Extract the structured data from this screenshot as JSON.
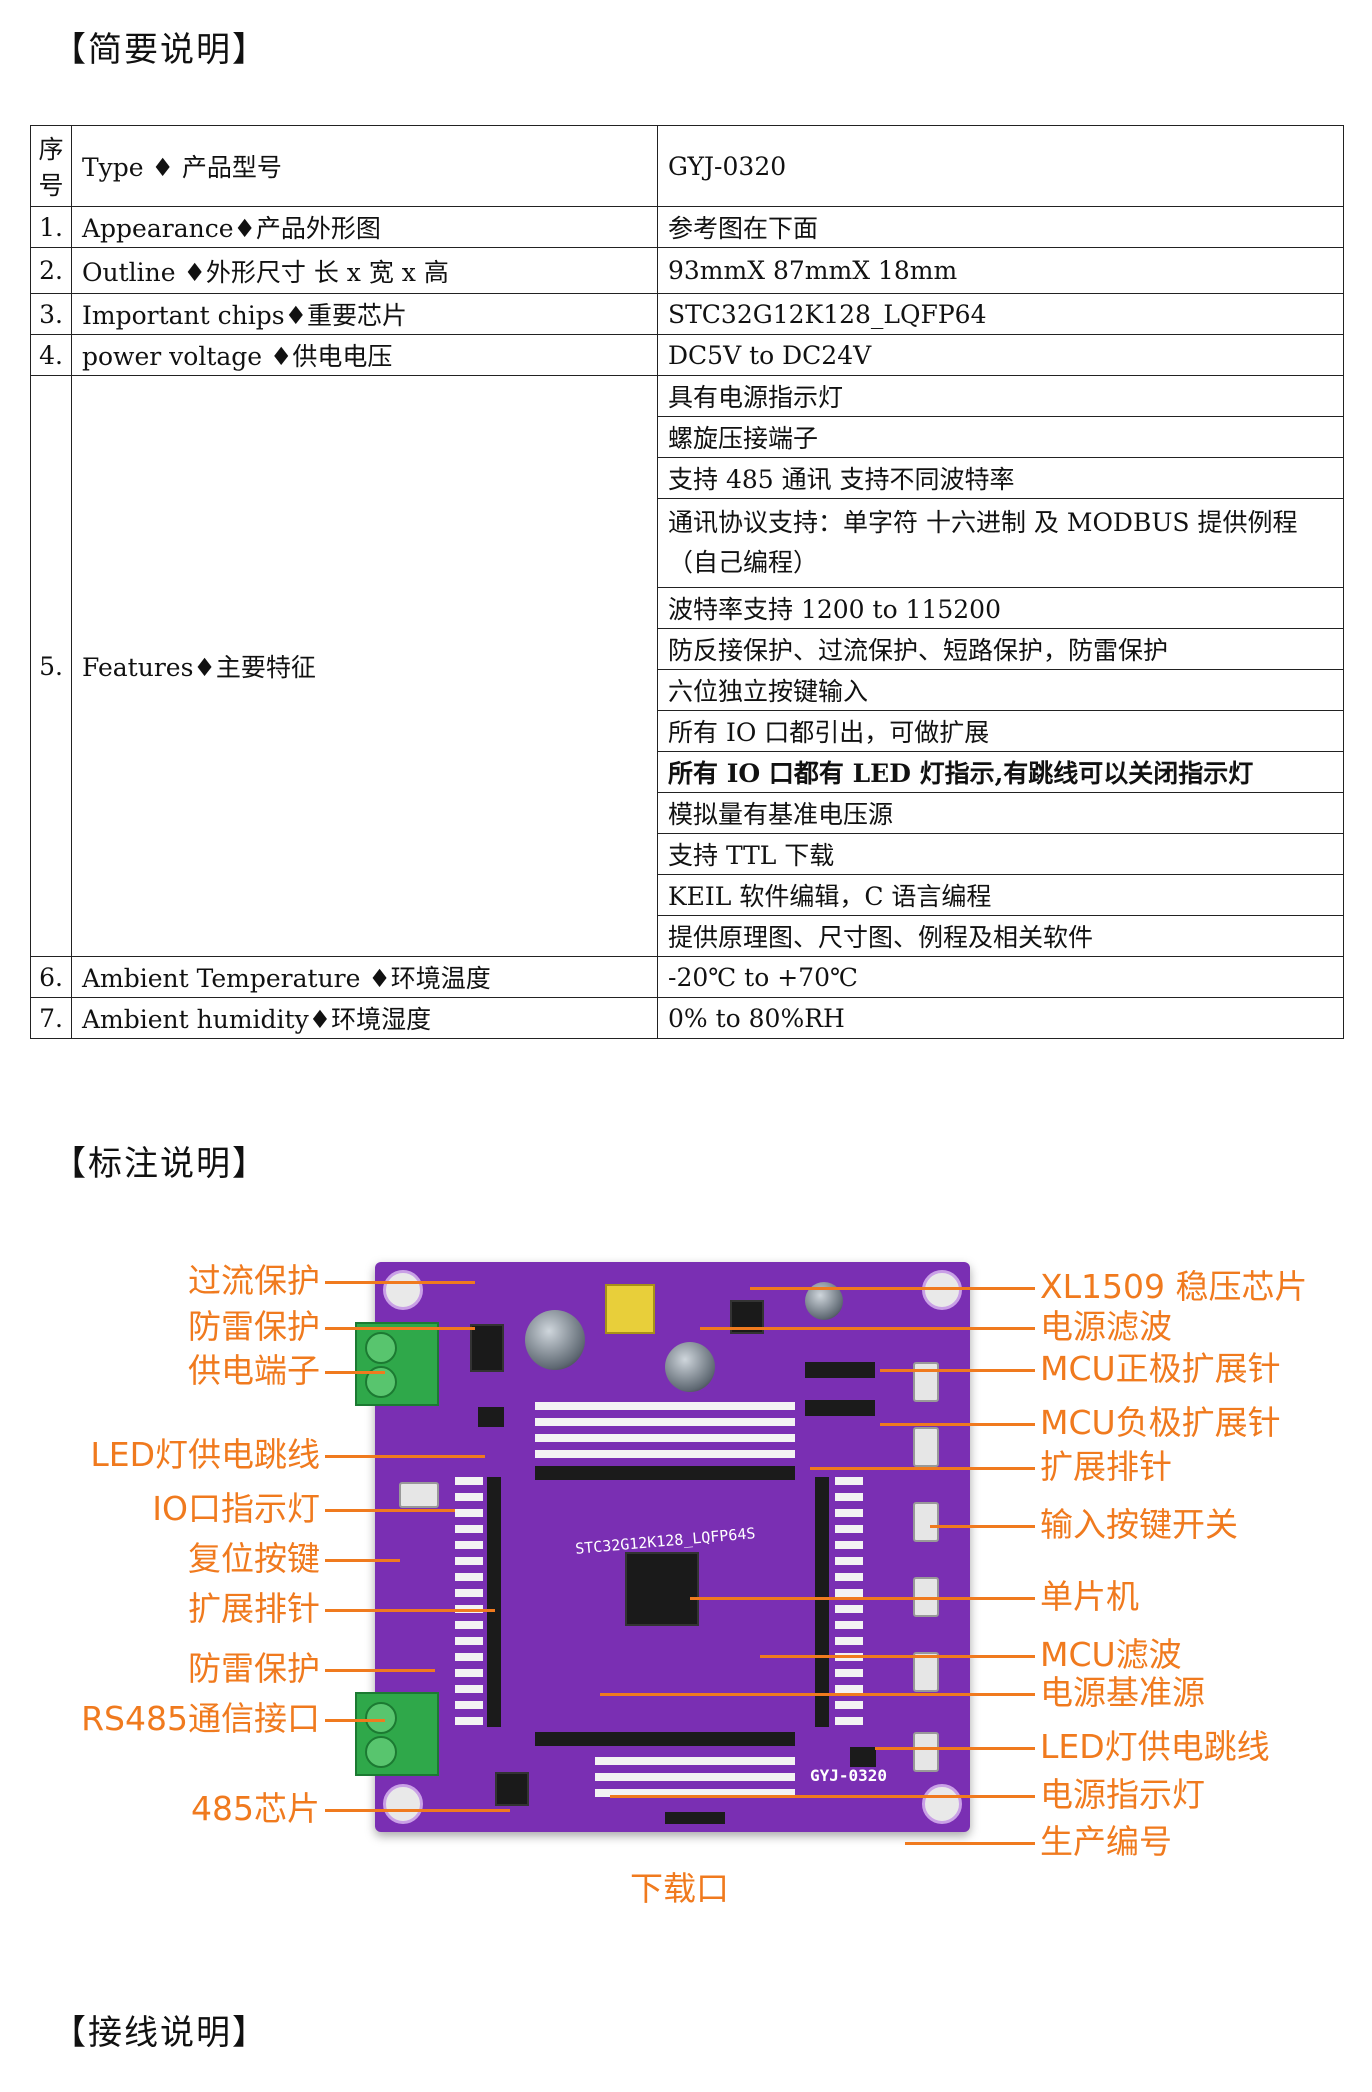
{
  "sections": {
    "summary": "【简要说明】",
    "annotation": "【标注说明】",
    "wiring": "【接线说明】"
  },
  "spec_table": {
    "rows": [
      {
        "no": "序号",
        "name": "Type ♦ 产品型号",
        "value": "GYJ-0320"
      },
      {
        "no": "1.",
        "name": "Appearance♦产品外形图",
        "value": "参考图在下面"
      },
      {
        "no": "2.",
        "name": "Outline ♦外形尺寸 长 x 宽 x 高",
        "value": "93mmX 87mmX 18mm"
      },
      {
        "no": "3.",
        "name": "Important chips♦重要芯片",
        "value": "STC32G12K128_LQFP64"
      },
      {
        "no": "4.",
        "name": "power voltage  ♦供电电压",
        "value": "DC5V to DC24V"
      }
    ],
    "features": {
      "no": "5.",
      "name": "Features♦主要特征",
      "items": [
        "具有电源指示灯",
        "螺旋压接端子",
        "支持 485 通讯 支持不同波特率",
        "通讯协议支持：单字符 十六进制  及 MODBUS 提供例程 （自己编程）",
        "波特率支持 1200 to 115200",
        "防反接保护、过流保护、短路保护，防雷保护",
        "六位独立按键输入",
        "所有 IO 口都引出，可做扩展",
        "所有 IO 口都有 LED 灯指示,有跳线可以关闭指示灯",
        "模拟量有基准电压源",
        "支持 TTL 下载",
        "KEIL 软件编辑，C 语言编程",
        "提供原理图、尺寸图、例程及相关软件"
      ]
    },
    "tail_rows": [
      {
        "no": "6.",
        "name": "Ambient Temperature ♦环境温度",
        "value": "-20℃ to +70℃"
      },
      {
        "no": "7.",
        "name": "Ambient humidity♦环境湿度",
        "value": "0% to 80%RH"
      }
    ]
  },
  "figure": {
    "board_silk": {
      "mcu": "STC32G12K128_LQFP64S",
      "serial": "GYJ-0320"
    },
    "left_labels": [
      "过流保护",
      "防雷保护",
      "供电端子",
      "LED灯供电跳线",
      "IO口指示灯",
      "复位按键",
      "扩展排针",
      "防雷保护",
      "RS485通信接口",
      "485芯片"
    ],
    "right_labels": [
      "XL1509 稳压芯片",
      "电源滤波",
      "MCU正极扩展针",
      "MCU负极扩展针",
      "扩展排针",
      "输入按键开关",
      "单片机",
      "MCU滤波",
      "电源基准源",
      "LED灯供电跳线",
      "电源指示灯",
      "生产编号"
    ],
    "bottom_label": "下载口",
    "colors": {
      "annotation": "#f07a1e",
      "board": "#7a2fb3",
      "terminal": "#2fa84a"
    }
  }
}
